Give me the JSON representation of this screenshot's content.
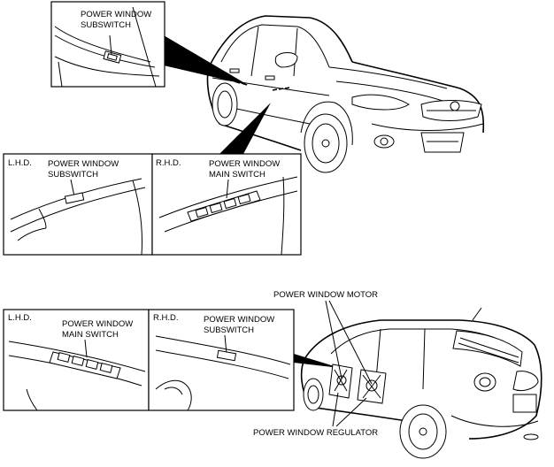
{
  "callouts": {
    "top_inset_subswitch": "POWER WINDOW\nSUBSWITCH",
    "top_lhd_tag": "L.H.D.",
    "top_lhd_subswitch": "POWER WINDOW\nSUBSWITCH",
    "top_rhd_tag": "R.H.D.",
    "top_rhd_main_switch": "POWER WINDOW\nMAIN SWITCH",
    "bottom_lhd_tag": "L.H.D.",
    "bottom_lhd_main_switch": "POWER WINDOW\nMAIN SWITCH",
    "bottom_rhd_tag": "R.H.D.",
    "bottom_rhd_subswitch": "POWER WINDOW\nSUBSWITCH",
    "power_window_motor": "POWER WINDOW MOTOR",
    "power_window_regulator": "POWER WINDOW REGULATOR"
  }
}
